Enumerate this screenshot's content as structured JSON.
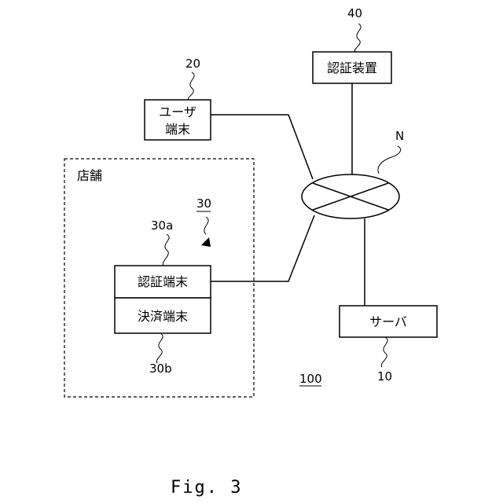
{
  "figure_caption": "Fig. 3",
  "system_ref": "100",
  "store": {
    "label": "店舗"
  },
  "store_terminal": {
    "ref": "30"
  },
  "auth_device": {
    "label": "認証装置",
    "ref": "40"
  },
  "user_terminal": {
    "label_line1": "ユーザ",
    "label_line2": "端末",
    "ref": "20"
  },
  "network": {
    "ref": "N"
  },
  "auth_terminal": {
    "label": "認証端末",
    "ref": "30a"
  },
  "payment_terminal": {
    "label": "決済端末",
    "ref": "30b"
  },
  "server": {
    "label": "サーバ",
    "ref": "10"
  }
}
